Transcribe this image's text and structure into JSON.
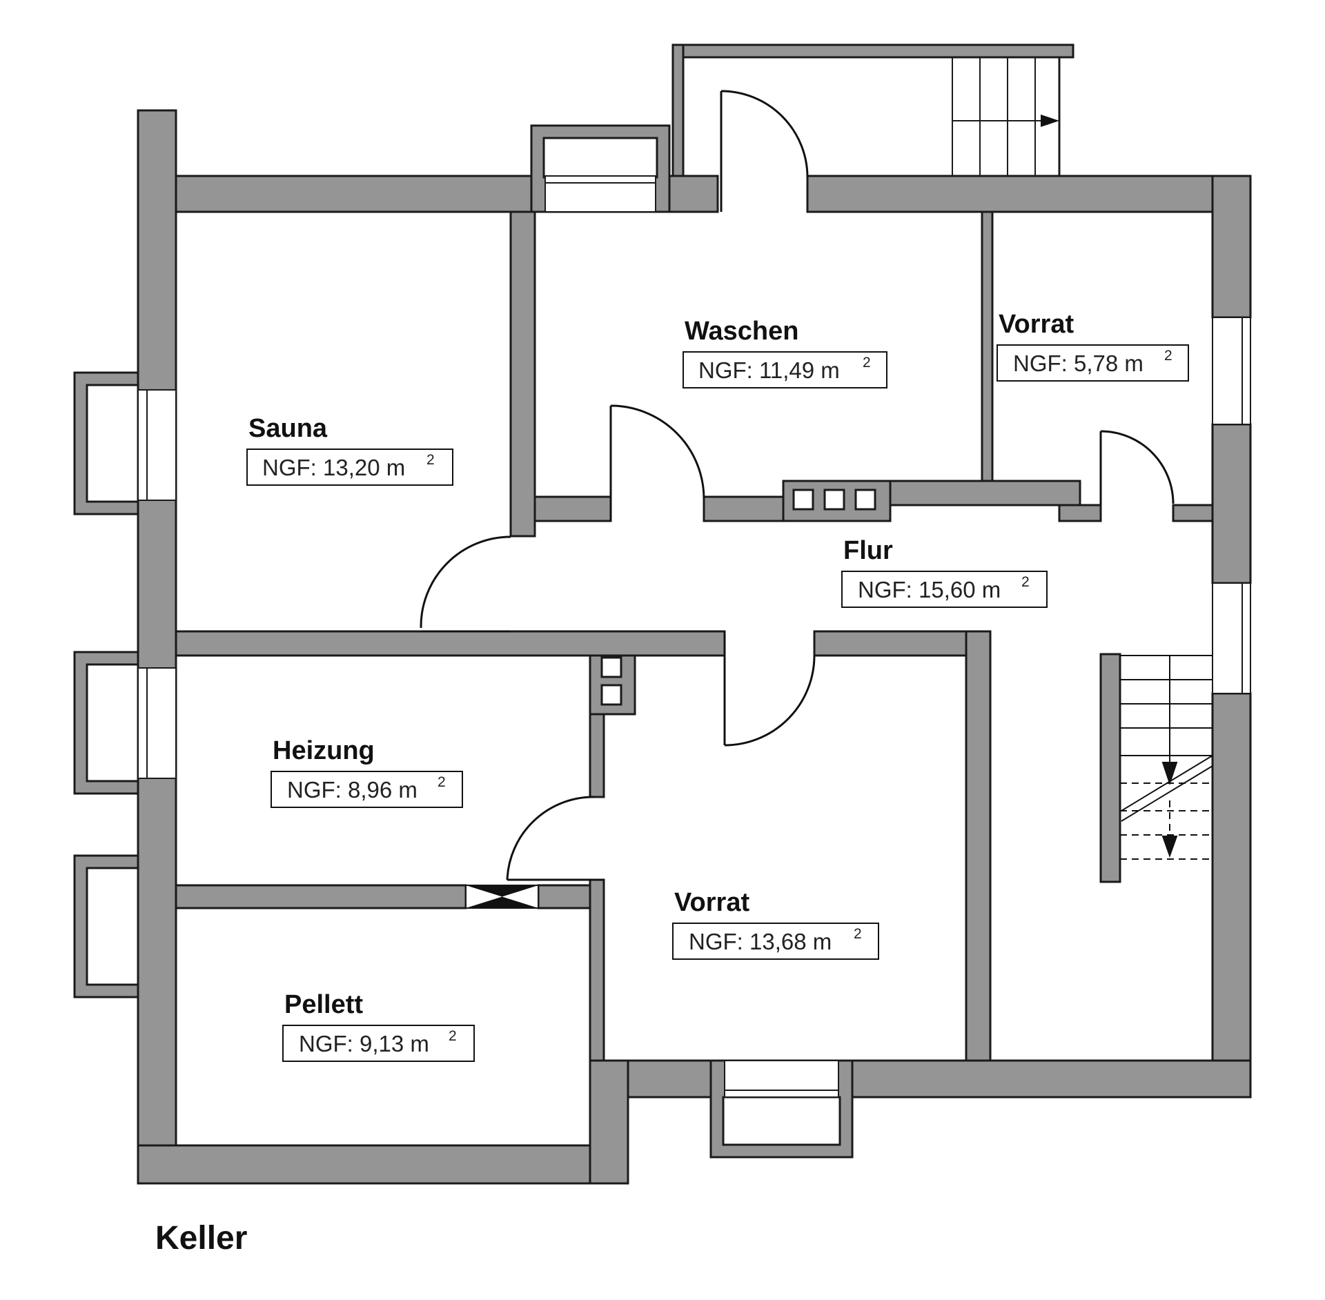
{
  "floor": {
    "title": "Keller"
  },
  "rooms": [
    {
      "name": "Waschen",
      "area": "NGF: 11,49 m",
      "unit_sup": "2"
    },
    {
      "name": "Vorrat",
      "area": "NGF: 5,78 m",
      "unit_sup": "2"
    },
    {
      "name": "Sauna",
      "area": "NGF: 13,20 m",
      "unit_sup": "2"
    },
    {
      "name": "Flur",
      "area": "NGF: 15,60 m",
      "unit_sup": "2"
    },
    {
      "name": "Heizung",
      "area": "NGF: 8,96 m",
      "unit_sup": "2"
    },
    {
      "name": "Vorrat",
      "area": "NGF: 13,68 m",
      "unit_sup": "2"
    },
    {
      "name": "Pellett",
      "area": "NGF: 9,13 m",
      "unit_sup": "2"
    }
  ],
  "colors": {
    "wall": "#959595",
    "wall_stroke": "#1a1a1a",
    "background": "#ffffff",
    "line": "#111111"
  }
}
